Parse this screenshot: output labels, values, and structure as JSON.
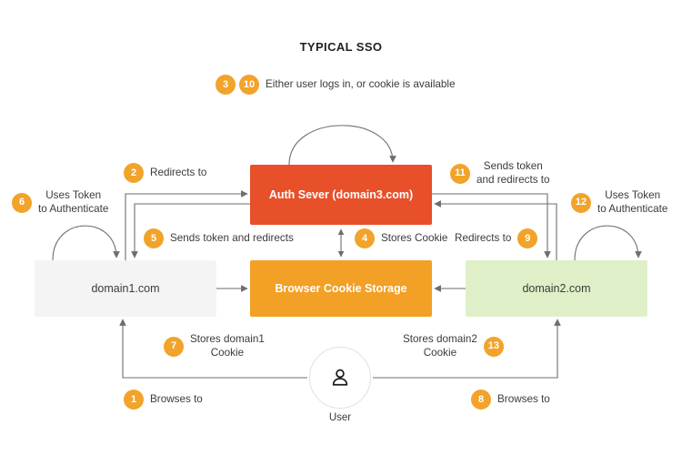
{
  "diagram": {
    "title": "TYPICAL SSO",
    "type": "flow-diagram",
    "colors": {
      "auth_server": "#e8502a",
      "cookie_storage": "#f2a026",
      "domain1": "#f4f4f4",
      "domain2": "#dff0c8",
      "badge": "#f2a32a",
      "text": "#3b3b3b",
      "arrow": "#6e6e6e"
    },
    "nodes": [
      {
        "id": "auth",
        "label": "Auth Sever (domain3.com)"
      },
      {
        "id": "cookie",
        "label": "Browser Cookie Storage"
      },
      {
        "id": "d1",
        "label": "domain1.com"
      },
      {
        "id": "d2",
        "label": "domain2.com"
      },
      {
        "id": "user",
        "label": "User",
        "icon": "user-icon"
      }
    ],
    "steps": [
      {
        "num": "1",
        "text": "Browses to",
        "from": "user",
        "to": "domain1.com"
      },
      {
        "num": "2",
        "text": "Redirects to",
        "from": "domain1.com",
        "to": "auth"
      },
      {
        "num": "3",
        "text": "Either user logs in, or cookie is available",
        "paired_with": "10",
        "from": "auth",
        "to": "auth"
      },
      {
        "num": "4",
        "text": "Stores Cookie",
        "from": "auth",
        "to": "cookie"
      },
      {
        "num": "5",
        "text": "Sends token and redirects",
        "from": "auth",
        "to": "domain1.com"
      },
      {
        "num": "6",
        "text": "Uses Token\nto Authenticate",
        "from": "domain1.com",
        "to": "domain1.com"
      },
      {
        "num": "7",
        "text": "Stores domain1\nCookie",
        "from": "user",
        "to": "domain1.com"
      },
      {
        "num": "8",
        "text": "Browses to",
        "from": "user",
        "to": "domain2.com"
      },
      {
        "num": "9",
        "text": "Redirects to",
        "from": "domain2.com",
        "to": "auth"
      },
      {
        "num": "10",
        "text": "Either user logs in, or cookie is available",
        "paired_with": "3",
        "from": "auth",
        "to": "auth"
      },
      {
        "num": "11",
        "text": "Sends token\nand redirects to",
        "from": "auth",
        "to": "domain2.com"
      },
      {
        "num": "12",
        "text": "Uses Token\nto Authenticate",
        "from": "domain2.com",
        "to": "domain2.com"
      },
      {
        "num": "13",
        "text": "Stores domain2\nCookie",
        "from": "user",
        "to": "domain2.com"
      }
    ],
    "labels": {
      "step3_badge": "3",
      "step10_badge": "10",
      "step3_10_text": "Either user logs in, or cookie is available",
      "step2_badge": "2",
      "step2_text": "Redirects to",
      "step6_badge": "6",
      "step6_line1": "Uses Token",
      "step6_line2": "to Authenticate",
      "step11_badge": "11",
      "step11_line1": "Sends token",
      "step11_line2": "and redirects to",
      "step12_badge": "12",
      "step12_line1": "Uses Token",
      "step12_line2": "to Authenticate",
      "step5_badge": "5",
      "step5_text": "Sends token and redirects",
      "step4_badge": "4",
      "step4_text": "Stores Cookie",
      "step9_badge": "9",
      "step9_text": "Redirects to",
      "step7_badge": "7",
      "step7_line1": "Stores domain1",
      "step7_line2": "Cookie",
      "step13_badge": "13",
      "step13_line1": "Stores domain2",
      "step13_line2": "Cookie",
      "step1_badge": "1",
      "step1_text": "Browses to",
      "step8_badge": "8",
      "step8_text": "Browses to"
    }
  }
}
